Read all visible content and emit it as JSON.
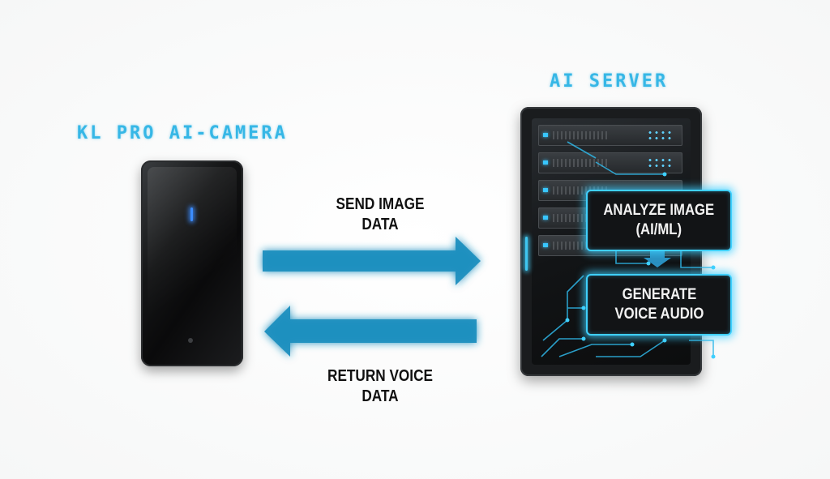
{
  "camera": {
    "title": "KL PRO AI-CAMERA"
  },
  "server": {
    "title": "AI SERVER",
    "steps": [
      {
        "label_line1": "ANALYZE IMAGE",
        "label_line2": "(AI/ML)"
      },
      {
        "label_line1": "GENERATE",
        "label_line2": "VOICE AUDIO"
      }
    ]
  },
  "flows": {
    "send": {
      "line1": "SEND IMAGE",
      "line2": "DATA",
      "direction": "camera-to-server"
    },
    "return": {
      "line1": "RETURN VOICE",
      "line2": "DATA",
      "direction": "server-to-camera"
    }
  },
  "colors": {
    "accent": "#36b7e6",
    "arrow": "#1f8fbf",
    "glow": "#3fd0ff",
    "led": "#3c8dff"
  },
  "icons": {
    "camera": "camera-device-icon",
    "server": "server-rack-icon"
  }
}
